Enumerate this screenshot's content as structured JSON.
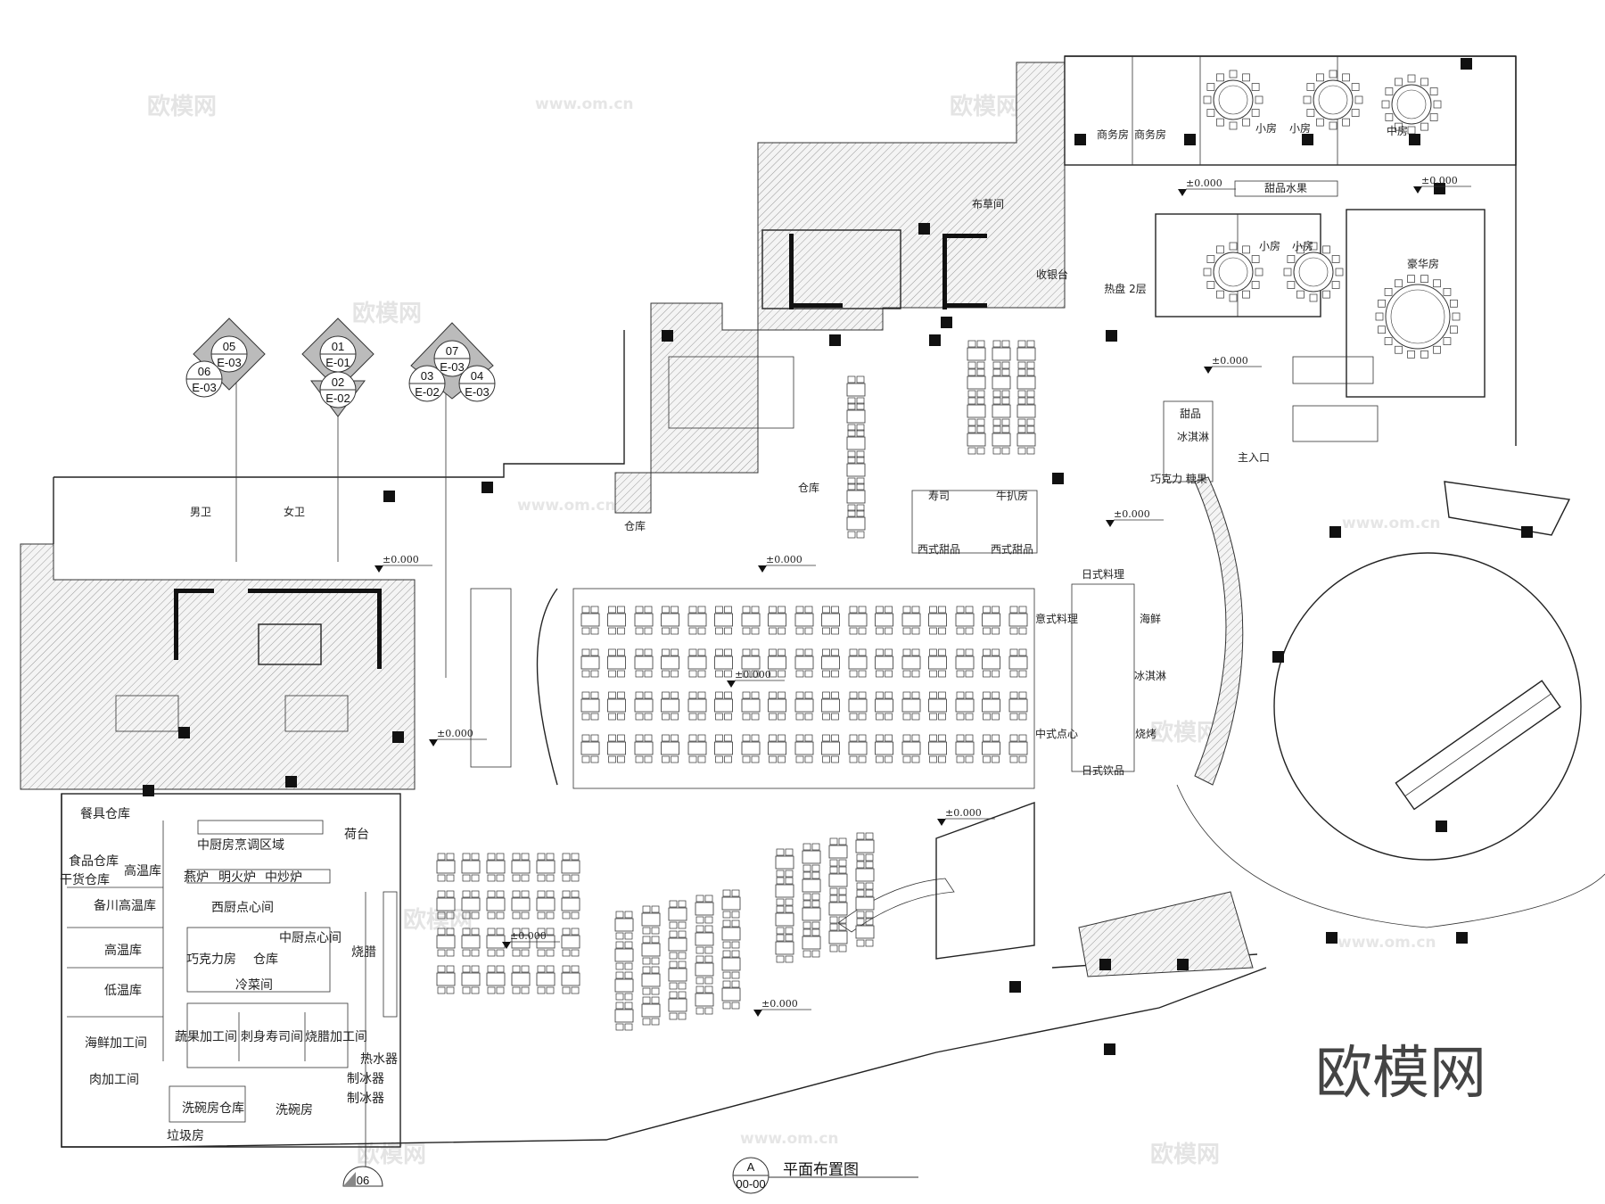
{
  "drawing": {
    "title": "平面布置图",
    "title_marker": "A",
    "title_marker_sub": "00-00",
    "level_mark": "±0.000",
    "brand_watermark": "欧模网",
    "url_watermark": "www.om.cn"
  },
  "elevation_markers": [
    {
      "num": "05",
      "sheet": "E-03"
    },
    {
      "num": "06",
      "sheet": "E-03"
    },
    {
      "num": "01",
      "sheet": "E-01"
    },
    {
      "num": "02",
      "sheet": "E-02"
    },
    {
      "num": "07",
      "sheet": "E-03"
    },
    {
      "num": "03",
      "sheet": "E-02"
    },
    {
      "num": "04",
      "sheet": "E-03"
    }
  ],
  "section_marker": "06",
  "private_rooms": [
    "商务房",
    "商务房",
    "小房",
    "小房",
    "中房",
    "小房",
    "小房",
    "豪华房"
  ],
  "front_labels": [
    "甜品水果",
    "收银台",
    "热盘 2层",
    "布草间",
    "甜品",
    "冰淇淋",
    "主入口",
    "巧克力 糖果",
    "仓库",
    "仓库",
    "男卫",
    "女卫"
  ],
  "kitchen_rooms": [
    "餐具仓库",
    "中厨房烹调区域",
    "荷台",
    "食品仓库",
    "干货仓库",
    "高温库",
    "燕炉",
    "明火炉",
    "中炒炉",
    "备川高温库",
    "西厨点心间",
    "高温库",
    "中厨点心间",
    "巧克力房",
    "仓库",
    "烧腊",
    "冷菜间",
    "低温库",
    "海鲜加工间",
    "蔬果加工间",
    "刺身寿司间",
    "烧腊加工间",
    "肉加工间",
    "热水器",
    "制冰器",
    "制冰器",
    "洗碗房仓库",
    "洗碗房",
    "垃圾房"
  ],
  "buffet_labels": [
    "寿司",
    "牛扒房",
    "西式甜品",
    "西式甜品",
    "日式料理",
    "海鲜",
    "冰淇淋",
    "意式料理",
    "中式点心",
    "日式饮品",
    "烧烤"
  ]
}
